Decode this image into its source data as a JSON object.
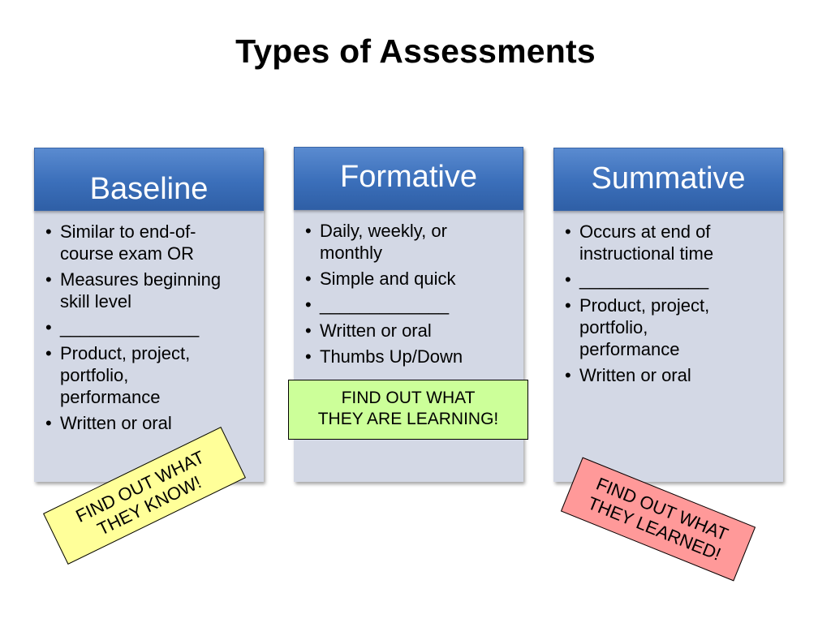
{
  "title": "Types of Assessments",
  "columns": [
    {
      "header": "Baseline",
      "items": [
        "Similar to end-of-course exam OR",
        "Measures beginning skill level",
        "______________",
        "Product, project, portfolio, performance",
        "Written or oral"
      ]
    },
    {
      "header": "Formative",
      "items": [
        "Daily, weekly, or monthly",
        "Simple and quick",
        "_____________",
        "Written or oral",
        "Thumbs Up/Down"
      ]
    },
    {
      "header": "Summative",
      "items": [
        "Occurs at end of instructional time",
        "_____________",
        "Product, project, portfolio, performance",
        "Written or oral"
      ]
    }
  ],
  "notes": {
    "baseline": {
      "line1": "FIND OUT WHAT",
      "line2": "THEY KNOW!"
    },
    "formative": {
      "line1": "FIND OUT WHAT",
      "line2": "THEY ARE LEARNING!"
    },
    "summative": {
      "line1": "FIND OUT WHAT",
      "line2": "THEY LEARNED!"
    }
  },
  "colors": {
    "header_blue": "#3b6fba",
    "column_bg": "#d3d8e5",
    "note_yellow": "#ffff99",
    "note_green": "#ccff99",
    "note_red": "#ff9999"
  }
}
